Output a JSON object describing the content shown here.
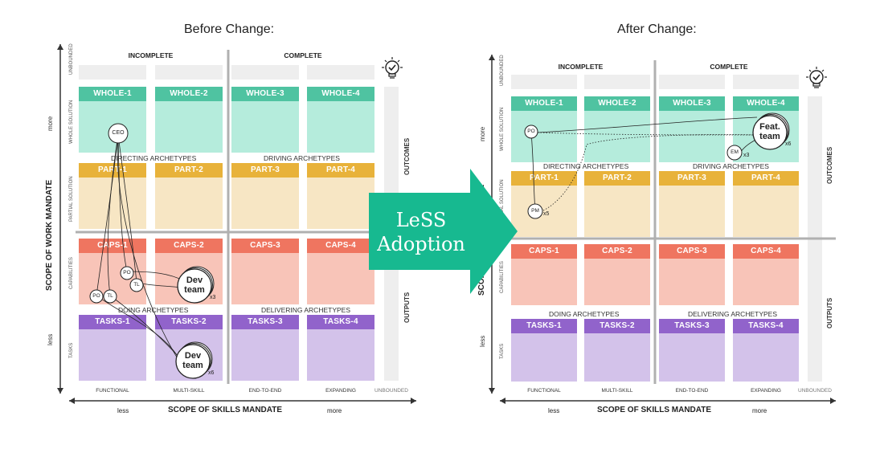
{
  "before": {
    "title": "Before Change:",
    "col_group_left": "INCOMPLETE",
    "col_group_right": "COMPLETE",
    "row_labels": {
      "unbounded": "UNBOUNDED",
      "whole": "WHOLE SOLUTION",
      "partial": "PARTIAL SOLUTION",
      "caps": "CAPABILITIES",
      "tasks": "TASKS"
    },
    "y_axis": "SCOPE OF WORK MANDATE",
    "y_more": "more",
    "y_less": "less",
    "x_axis": "SCOPE OF SKILLS MANDATE",
    "x_less": "less",
    "x_more": "more",
    "x_cols": [
      "FUNCTIONAL",
      "MULTI-SKILL",
      "END-TO-END",
      "EXPANDING",
      "UNBOUNDED"
    ],
    "right_labels": {
      "outcomes": "OUTCOMES",
      "outputs": "OUTPUTS"
    },
    "archetypes": {
      "directing": "DIRECTING ARCHETYPES",
      "driving": "DRIVING ARCHETYPES",
      "doing": "DOING ARCHETYPES",
      "delivering": "DELIVERING ARCHETYPES"
    },
    "whole": [
      "WHOLE-1",
      "WHOLE-2",
      "WHOLE-3",
      "WHOLE-4"
    ],
    "part": [
      "PART-1",
      "PART-2",
      "PART-3",
      "PART-4"
    ],
    "caps": [
      "CAPS-1",
      "CAPS-2",
      "CAPS-3",
      "CAPS-4"
    ],
    "tasks": [
      "TASKS-1",
      "TASKS-2",
      "TASKS-3",
      "TASKS-4"
    ],
    "nodes": {
      "ceo": "CEO",
      "po1": "PO",
      "tl1": "TL",
      "po2": "PO",
      "tl2": "TL",
      "dev1": "Dev team",
      "dev1_mult": "x3",
      "dev2": "Dev team",
      "dev2_mult": "x6"
    }
  },
  "after": {
    "title": "After Change:",
    "col_group_left": "INCOMPLETE",
    "col_group_right": "COMPLETE",
    "row_labels": {
      "unbounded": "UNBOUNDED",
      "whole": "WHOLE SOLUTION",
      "partial": "PARTIAL SOLUTION",
      "caps": "CAPABILITIES",
      "tasks": "TASKS"
    },
    "y_axis": "SCOPE OF WORK MANDATE",
    "y_more": "more",
    "y_less": "less",
    "x_axis": "SCOPE OF SKILLS MANDATE",
    "x_less": "less",
    "x_more": "more",
    "x_cols": [
      "FUNCTIONAL",
      "MULTI-SKILL",
      "END-TO-END",
      "EXPANDING",
      "UNBOUNDED"
    ],
    "right_labels": {
      "outcomes": "OUTCOMES",
      "outputs": "OUTPUTS"
    },
    "archetypes": {
      "directing": "DIRECTING ARCHETYPES",
      "driving": "DRIVING ARCHETYPES",
      "doing": "DOING ARCHETYPES",
      "delivering": "DELIVERING ARCHETYPES"
    },
    "whole": [
      "WHOLE-1",
      "WHOLE-2",
      "WHOLE-3",
      "WHOLE-4"
    ],
    "part": [
      "PART-1",
      "PART-2",
      "PART-3",
      "PART-4"
    ],
    "caps": [
      "CAPS-1",
      "CAPS-2",
      "CAPS-3",
      "CAPS-4"
    ],
    "tasks": [
      "TASKS-1",
      "TASKS-2",
      "TASKS-3",
      "TASKS-4"
    ],
    "nodes": {
      "po": "PO",
      "pm": "PM",
      "pm_mult": "x5",
      "feat": "Feat. team",
      "feat_mult": "x6",
      "em": "EM",
      "em_mult": "x3"
    }
  },
  "arrow": {
    "label_line1": "LeSS",
    "label_line2": "Adoption"
  },
  "colors": {
    "whole_hdr": "#4fc3a1",
    "whole_body": "#b5ecdc",
    "part_hdr": "#e8b23a",
    "part_body": "#f7e6c4",
    "caps_hdr": "#ef7560",
    "caps_body": "#f8c4b8",
    "tasks_hdr": "#9163cb",
    "tasks_body": "#d3c2ea",
    "arrow": "#17b990"
  },
  "icons": {
    "lightbulb": "lightbulb-check-icon"
  }
}
